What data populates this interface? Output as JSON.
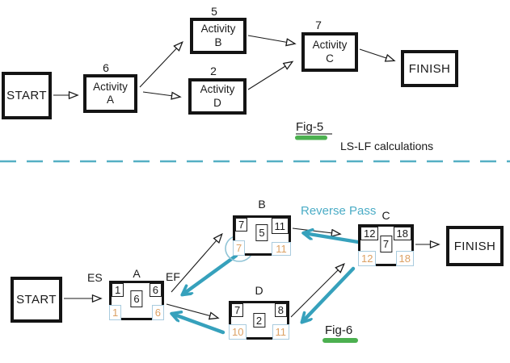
{
  "colors": {
    "teal_arrow": "#36A1BC",
    "teal_text": "#4BACC6",
    "divider_teal": "#55AFC4",
    "green_highlight": "#4CB050",
    "late_value_orange": "#DCA164",
    "late_box_blue": "#A9CBDE",
    "line_black": "#1a1a1a"
  },
  "fig5": {
    "caption": "Fig-5",
    "subcaption": "LS-LF calculations",
    "nodes": {
      "start": {
        "label": "START"
      },
      "a": {
        "label": "Activity A",
        "duration": "6"
      },
      "b": {
        "label": "Activity B",
        "duration": "5"
      },
      "d": {
        "label": "Activity D",
        "duration": "2"
      },
      "c": {
        "label": "Activity C",
        "duration": "7"
      },
      "finish": {
        "label": "FINISH"
      }
    }
  },
  "fig6": {
    "caption": "Fig-6",
    "reverse_pass": "Reverse Pass",
    "es_label": "ES",
    "ef_label": "EF",
    "nodes": {
      "start": {
        "label": "START"
      },
      "a": {
        "name": "A",
        "es": "1",
        "dur": "6",
        "ef": "6",
        "ls": "1",
        "lf": "6"
      },
      "b": {
        "name": "B",
        "es": "7",
        "dur": "5",
        "ef": "11",
        "ls": "7",
        "lf": "11"
      },
      "d": {
        "name": "D",
        "es": "7",
        "dur": "2",
        "ef": "8",
        "ls": "10",
        "lf": "11"
      },
      "c": {
        "name": "C",
        "es": "12",
        "dur": "7",
        "ef": "18",
        "ls": "12",
        "lf": "18"
      },
      "finish": {
        "label": "FINISH"
      }
    }
  }
}
